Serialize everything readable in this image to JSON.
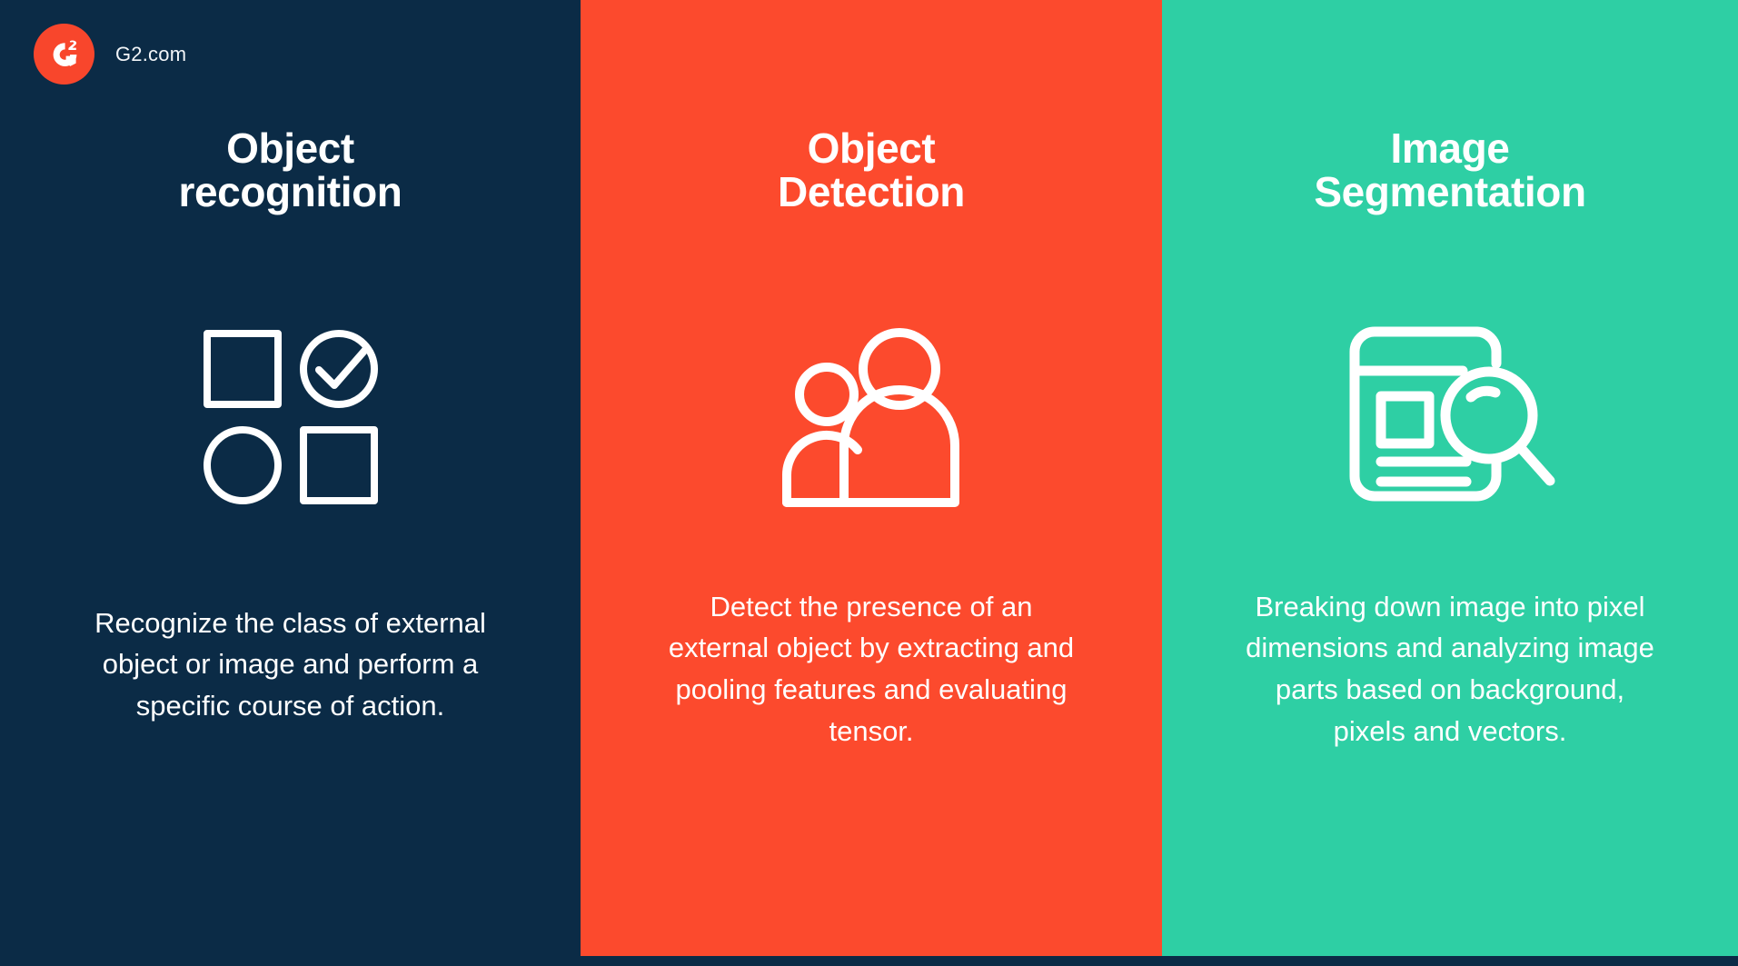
{
  "brand": {
    "name": "G2.com",
    "logo_icon": "g2-logo-icon",
    "logo_color": "#F8462C",
    "logo_letter": "G",
    "logo_superscript": "2"
  },
  "page": {
    "background_color": "#0B2B46",
    "columns_count": 3
  },
  "columns": [
    {
      "id": "object-recognition",
      "title": "Object\nrecognition",
      "body": "Recognize the class of external object or image and perform a specific course of action.",
      "background_color": "#0B2B46",
      "text_color": "#FFFFFF",
      "icon": "shapes-grid-icon",
      "icon_parts": [
        "square",
        "circle-check",
        "circle",
        "square"
      ]
    },
    {
      "id": "object-detection",
      "title": "Object\nDetection",
      "body": "Detect the presence of an external object by extracting and pooling features and evaluating tensor.",
      "background_color": "#FC4A2D",
      "text_color": "#FFFFFF",
      "icon": "two-people-icon",
      "icon_parts": [
        "person-small",
        "person-large"
      ]
    },
    {
      "id": "image-segmentation",
      "title": "Image\nSegmentation",
      "body": "Breaking down image into pixel dimensions and analyzing image parts based on background, pixels and vectors.",
      "background_color": "#2ECFA4",
      "text_color": "#FFFFFF",
      "icon": "document-magnifier-icon",
      "icon_parts": [
        "document",
        "image-placeholder",
        "text-lines",
        "magnifying-glass"
      ]
    }
  ]
}
